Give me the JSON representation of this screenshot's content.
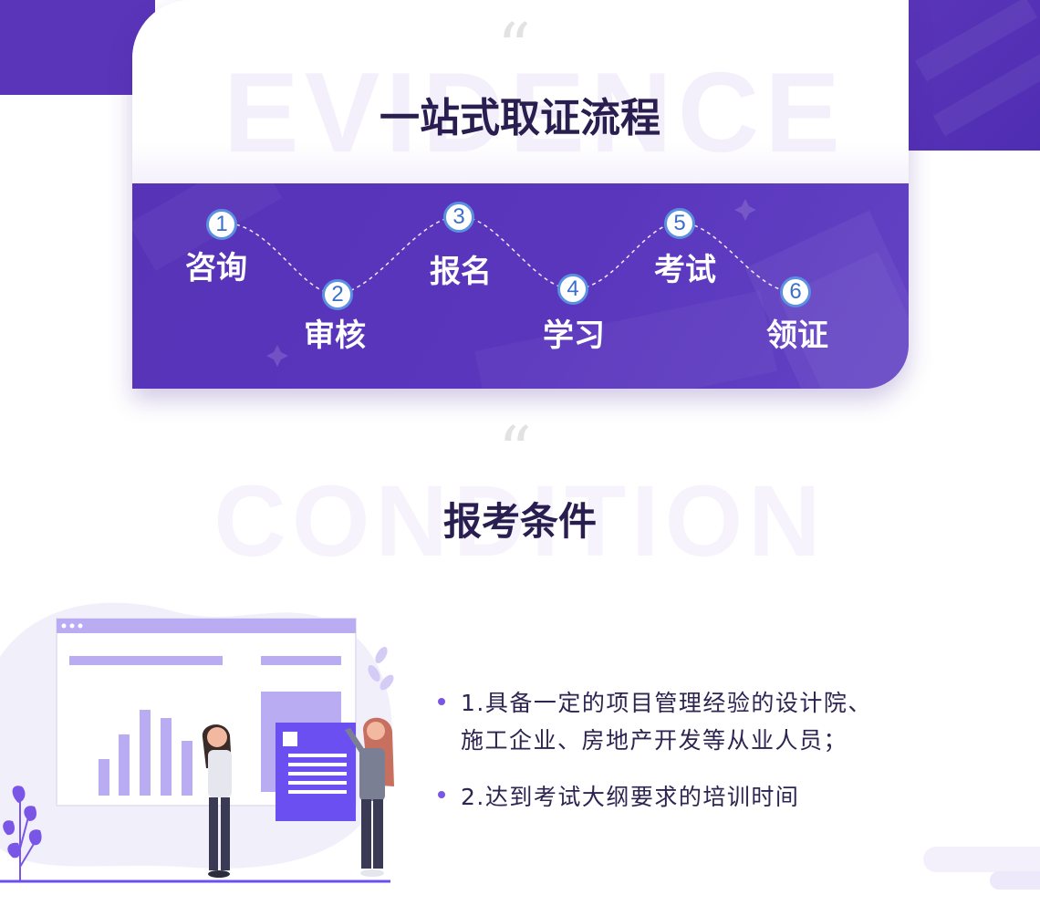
{
  "process": {
    "watermark": "EVIDENCE",
    "quote_mark": "“",
    "title": "一站式取证流程",
    "steps": [
      {
        "number": "1",
        "label": "咨询"
      },
      {
        "number": "2",
        "label": "审核"
      },
      {
        "number": "3",
        "label": "报名"
      },
      {
        "number": "4",
        "label": "学习"
      },
      {
        "number": "5",
        "label": "考试"
      },
      {
        "number": "6",
        "label": "领证"
      }
    ]
  },
  "conditions": {
    "watermark": "CONDITION",
    "quote_mark": "“",
    "title": "报考条件",
    "items": [
      {
        "line1": "1.具备一定的项目管理经验的设计院、",
        "line2": "施工企业、房地产开发等从业人员；"
      },
      {
        "line1": "2.达到考试大纲要求的培训时间",
        "line2": ""
      }
    ],
    "illustration_icon": "people-with-chart-illustration-icon"
  },
  "colors": {
    "primary_purple": "#5a35b9",
    "title_dark": "#2a1d4f",
    "step_ring": "#5b8fe0",
    "bullet": "#7a56e6"
  }
}
